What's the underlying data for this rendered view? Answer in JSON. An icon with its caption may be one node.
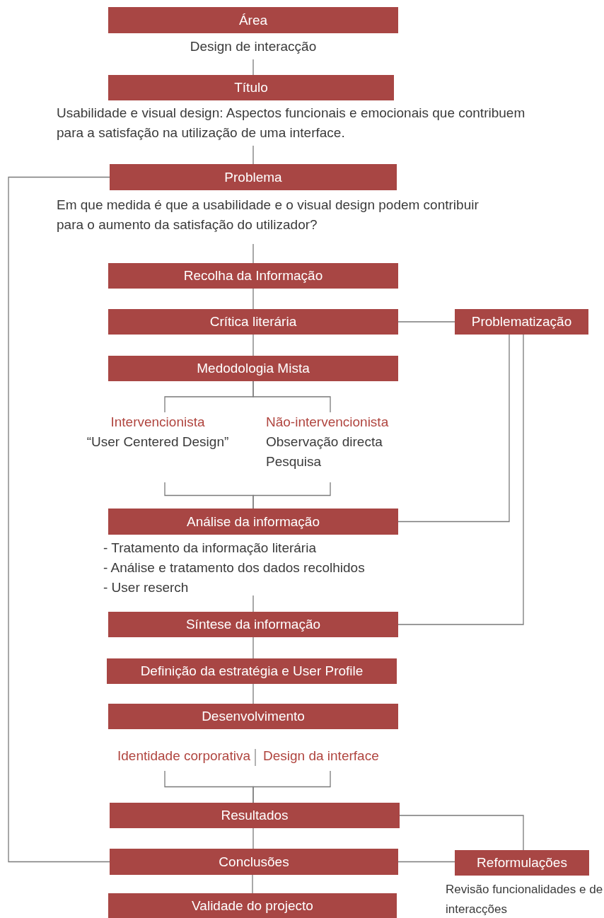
{
  "diagram": {
    "nodes": [
      {
        "text": [
          "Área"
        ],
        "beside": [
          "Design de interacção"
        ]
      },
      {
        "text": [
          "Título"
        ],
        "beside": [
          "Usabilidade e visual design: Aspectos funcionais e emocionais que contribuem para a satisfação na utilização de uma interface."
        ]
      },
      {
        "text": [
          "Problema"
        ],
        "beside": [
          "Em que medida é que a usabilidade e o visual design podem contribuir para o aumento da satisfação do utilizador?"
        ]
      },
      {
        "text": [
          "Recolha da Informação"
        ]
      },
      {
        "text": [
          "Crítica literária"
        ]
      },
      {
        "text": [
          "Problematização"
        ]
      },
      {
        "text": [
          "Medodologia Mista"
        ]
      },
      {
        "text": [
          "Análise da informação"
        ],
        "beside": [
          "- Tratamento da informação literária",
          "- Análise e tratamento dos dados recolhidos",
          "- User reserch"
        ]
      },
      {
        "text": [
          "Síntese da informação"
        ]
      },
      {
        "text": [
          "Definição da estratégia e User Profile"
        ]
      },
      {
        "text": [
          "Desenvolvimento"
        ]
      },
      {
        "text": [
          "Resultados"
        ]
      },
      {
        "text": [
          "Conclusões"
        ]
      },
      {
        "text": [
          "Reformulações"
        ],
        "beside": [
          "Revisão funcionalidades e de interacções"
        ]
      },
      {
        "text": [
          "Validade do projecto"
        ]
      },
      {
        "text": [
          "Intervencionista",
          "“User Centered Design”"
        ]
      },
      {
        "text": [
          "Não-intervencionista",
          "Observação directa",
          "Pesquisa"
        ]
      },
      {
        "text": [
          "Identidade corporativa"
        ]
      },
      {
        "text": [
          "Design da interface"
        ]
      }
    ],
    "edges": [
      {
        "from": 0,
        "to": 1,
        "arrow": "none"
      },
      {
        "from": 1,
        "to": 2,
        "arrow": "none"
      },
      {
        "from": 2,
        "to": 3,
        "arrow": "none"
      },
      {
        "from": 3,
        "to": 4,
        "arrow": "none"
      },
      {
        "from": 4,
        "to": 5,
        "arrow": "none"
      },
      {
        "from": 4,
        "to": 6,
        "arrow": "none"
      },
      {
        "from": 6,
        "to": 15,
        "arrow": "none"
      },
      {
        "from": 6,
        "to": 16,
        "arrow": "none"
      },
      {
        "from": 15,
        "to": 7,
        "arrow": "none"
      },
      {
        "from": 16,
        "to": 7,
        "arrow": "none"
      },
      {
        "from": 5,
        "to": 7,
        "arrow": "none"
      },
      {
        "from": 7,
        "to": 8,
        "arrow": "none"
      },
      {
        "from": 5,
        "to": 8,
        "arrow": "none"
      },
      {
        "from": 8,
        "to": 9,
        "arrow": "none"
      },
      {
        "from": 9,
        "to": 10,
        "arrow": "none"
      },
      {
        "from": 17,
        "to": 11,
        "arrow": "none"
      },
      {
        "from": 18,
        "to": 11,
        "arrow": "none"
      },
      {
        "from": 11,
        "to": 12,
        "arrow": "none"
      },
      {
        "from": 11,
        "to": 13,
        "arrow": "none"
      },
      {
        "from": 12,
        "to": 13,
        "arrow": "none"
      },
      {
        "from": 12,
        "to": 14,
        "arrow": "none"
      },
      {
        "from": 12,
        "to": 2,
        "arrow": "none"
      }
    ]
  }
}
